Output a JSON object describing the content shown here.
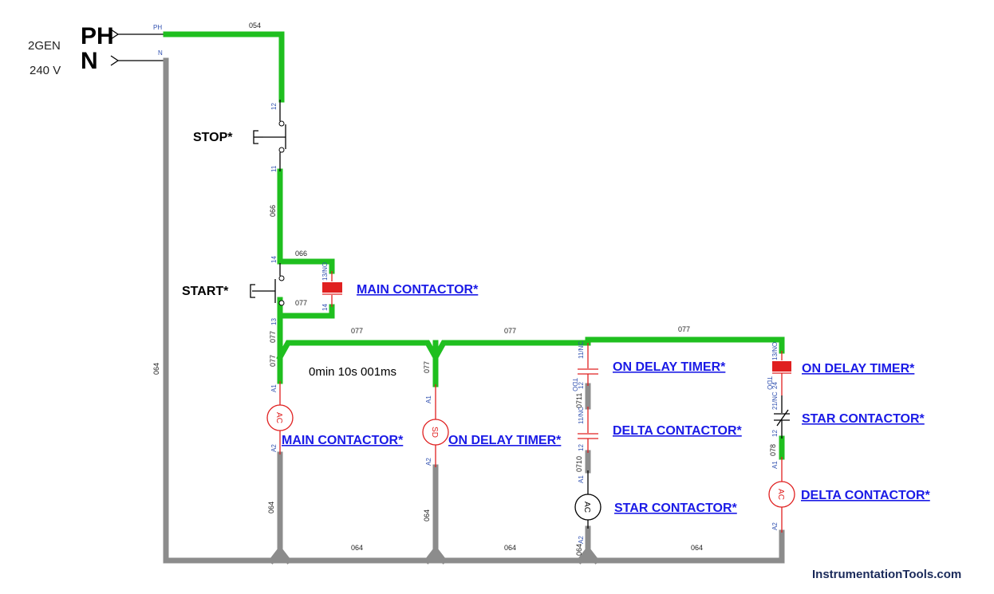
{
  "source": {
    "name": "2GEN",
    "voltage": "240 V",
    "phase_label": "PH",
    "neutral_label": "N",
    "phase_tag": "PH",
    "neutral_tag": "N"
  },
  "buttons": {
    "stop": "STOP*",
    "start": "START*"
  },
  "links": {
    "main_contactor_aux": "MAIN CONTACTOR*",
    "main_contactor_coil": "MAIN CONTACTOR*",
    "on_delay_timer_coil": "ON DELAY TIMER*",
    "on_delay_timer_nc": "ON DELAY TIMER*",
    "on_delay_timer_no": "ON DELAY TIMER*",
    "delta_contactor_nc": "DELTA CONTACTOR*",
    "star_contactor_nc": "STAR CONTACTOR*",
    "star_contactor_coil": "STAR CONTACTOR*",
    "delta_contactor_coil": "DELTA CONTACTOR*"
  },
  "timer_readout": "0min 10s 001ms",
  "wires": {
    "w054": "054",
    "w064": "064",
    "w066": "066",
    "w077": "077",
    "w0711": "0711",
    "w0710": "0710",
    "w078": "078"
  },
  "terminals": {
    "t12": "12",
    "t11": "11",
    "t14": "14",
    "t13": "13",
    "a1": "A1",
    "a2": "A2",
    "nc11": "11/NC",
    "no13": "13/NO",
    "t24": "24",
    "nc21": "21/NC"
  },
  "coils": {
    "ac": "AC",
    "sd": "SD"
  },
  "tags": {
    "tdo": "TDO"
  },
  "branding": "InstrumentationTools.com",
  "colors": {
    "energized": "#1fbf1f",
    "neutral": "#8c8c8c",
    "link": "#1a1ae6",
    "coil": "#e02020",
    "contact_on": "#e02020"
  }
}
